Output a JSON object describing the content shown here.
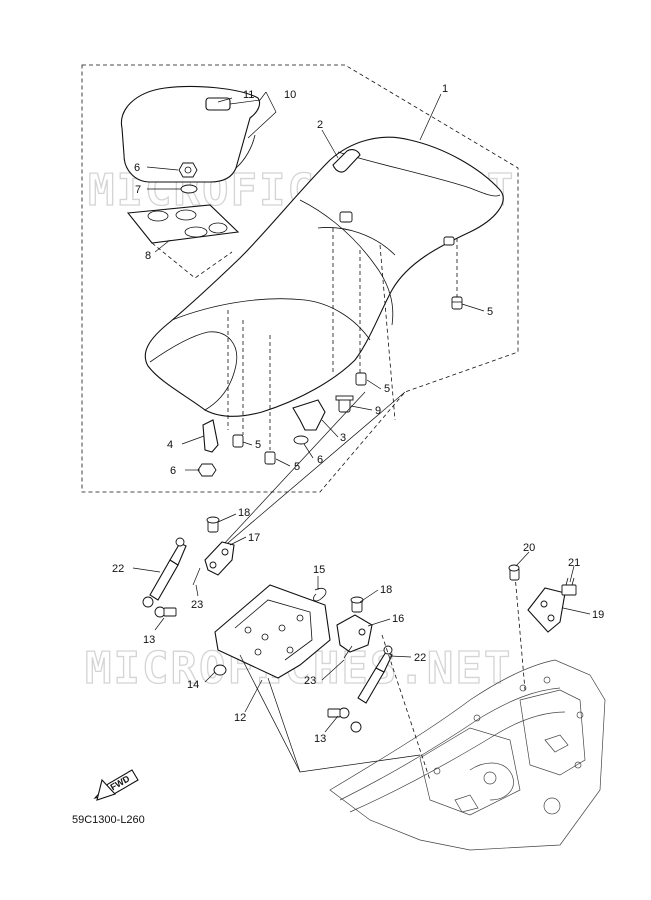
{
  "watermark": "MICROFICHES.NET",
  "diagram_code": "59C1300-L260",
  "fwd_label": "FWD",
  "callouts": [
    "1",
    "2",
    "3",
    "4",
    "5",
    "6",
    "7",
    "8",
    "9",
    "10",
    "11",
    "12",
    "13",
    "14",
    "15",
    "16",
    "17",
    "18",
    "19",
    "20",
    "21",
    "22",
    "23"
  ]
}
